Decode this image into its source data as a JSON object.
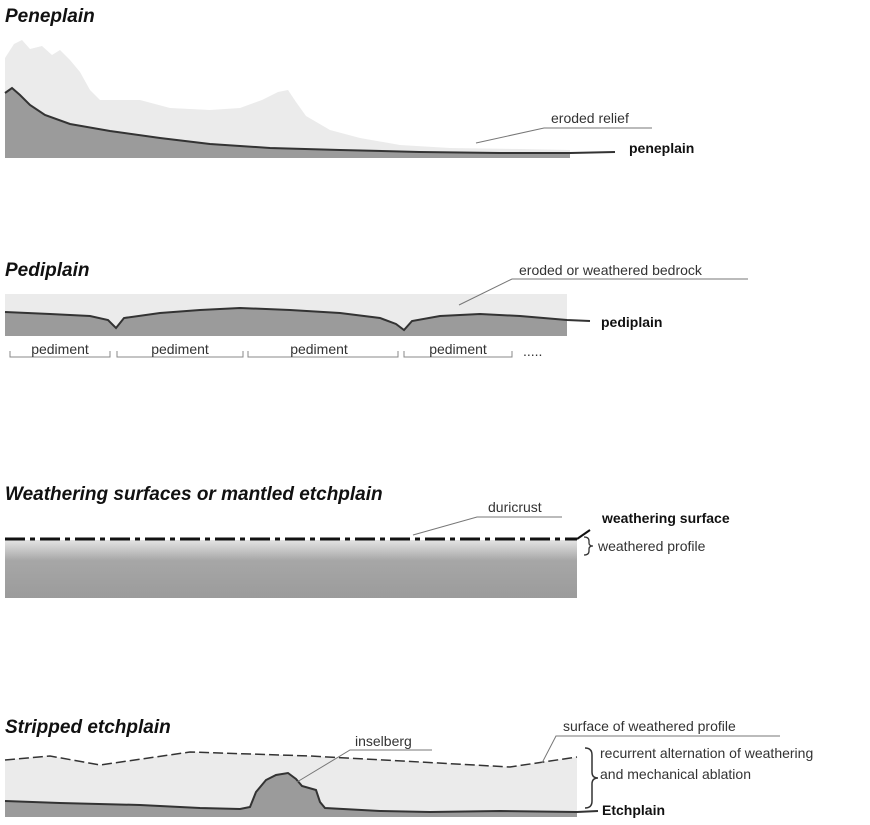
{
  "panels": {
    "peneplain": {
      "title": "Peneplain",
      "label_eroded": "eroded relief",
      "label_surface": "peneplain"
    },
    "pediplain": {
      "title": "Pediplain",
      "label_eroded": "eroded or weathered bedrock",
      "label_surface": "pediplain",
      "segments": [
        "pediment",
        "pediment",
        "pediment",
        "pediment"
      ],
      "ellipsis": "....."
    },
    "weathering": {
      "title": "Weathering surfaces or mantled etchplain",
      "label_duricrust": "duricrust",
      "label_surface": "weathering surface",
      "label_profile": "weathered profile"
    },
    "stripped": {
      "title": "Stripped etchplain",
      "label_inselberg": "inselberg",
      "label_surface_profile": "surface of weathered  profile",
      "label_recurrent_1": "recurrent alternation of weathering",
      "label_recurrent_2": "and mechanical ablation",
      "label_etchplain": "Etchplain"
    }
  },
  "colors": {
    "light_fill": "#ebebeb",
    "dark_fill": "#9b9b9b",
    "line": "#333333",
    "leader": "#777777"
  }
}
